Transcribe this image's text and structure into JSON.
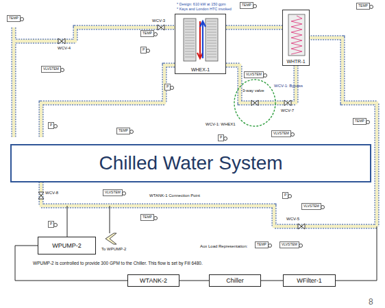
{
  "diagram": {
    "title": "Chilled Water System",
    "nodes": [
      {
        "text": [
          "WHEX-1"
        ]
      },
      {
        "text": [
          "WHTR-1"
        ]
      },
      {
        "text": [
          "TEMP"
        ]
      },
      {
        "text": [
          "TEMP"
        ]
      },
      {
        "text": [
          "TEMP"
        ]
      },
      {
        "text": [
          "TEMP"
        ]
      },
      {
        "text": [
          "P"
        ]
      },
      {
        "text": [
          "VLVSTEM"
        ]
      },
      {
        "text": [
          "VLVSTEM"
        ]
      },
      {
        "text": [
          "P"
        ]
      },
      {
        "text": [
          "P"
        ]
      },
      {
        "text": [
          "TEMP"
        ]
      },
      {
        "text": [
          "TEMP"
        ]
      },
      {
        "text": [
          "P"
        ]
      },
      {
        "text": [
          "VLVSTEM"
        ]
      },
      {
        "text": [
          "VLVSTEM"
        ]
      },
      {
        "text": [
          "P"
        ]
      },
      {
        "text": [
          "VLVSTEM"
        ]
      },
      {
        "text": [
          "TEMP"
        ]
      },
      {
        "text": [
          "P"
        ]
      },
      {
        "text": [
          "TEMP"
        ]
      },
      {
        "text": [
          "VLVSTEM"
        ]
      },
      {
        "text": [
          "WPUMP-2"
        ]
      },
      {
        "text": [
          "WTANK-2"
        ]
      },
      {
        "text": [
          "Chiller"
        ]
      },
      {
        "text": [
          "WFilter-1"
        ]
      }
    ],
    "edges": [
      {
        "from": 22,
        "to": 23,
        "arrow": "none"
      },
      {
        "from": 23,
        "to": 24,
        "arrow": "none"
      },
      {
        "from": 24,
        "to": 25,
        "arrow": "none"
      }
    ],
    "labels": [
      "* Design: 610 kW at 150 gpm",
      "* Kays and London HTC invoked",
      "WCV-3",
      "WCV-4",
      "WCV-1: Bypass",
      "3-way valve",
      "WCV-1: WHEX1",
      "WCV-7",
      "WCV-8",
      "WTANK-1 Connection Point",
      "WCV-5",
      "To WPUMP-2",
      "Aux Load Representation:",
      "WPUMP-2 is controlled to provide 300 GPM to the Chiller. This flow is set by Fill 6480.",
      "8"
    ]
  }
}
